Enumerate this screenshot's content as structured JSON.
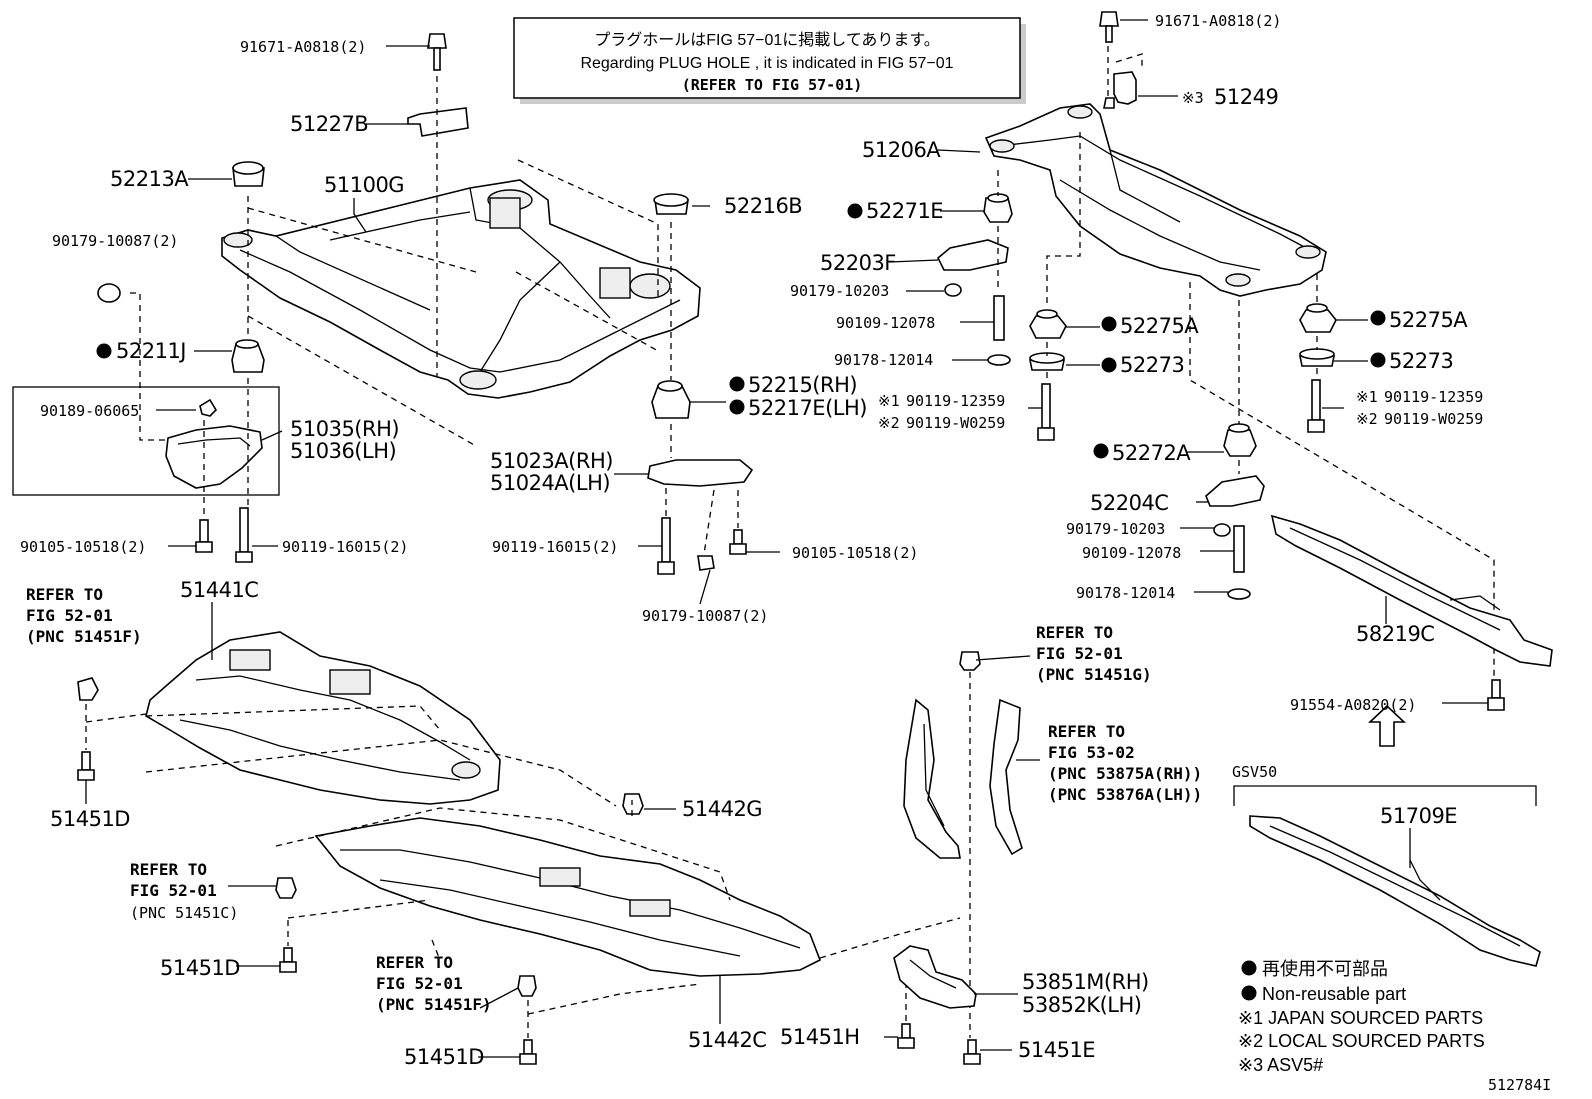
{
  "banner": {
    "line1": "プラグホールはFIG 57−01に掲載してあります。",
    "line2": "Regarding  PLUG  HOLE , it is indicated in FIG  57−01",
    "line3": "(REFER TO FIG 57-01)"
  },
  "labels": {
    "p91671_left": "91671-A0818(2)",
    "p51227B": "51227B",
    "p52213A": "52213A",
    "p51100G": "51100G",
    "p90179_10087_top": "90179-10087(2)",
    "p52211J": "52211J",
    "p90189_06065": "90189-06065",
    "p51035": "51035(RH)",
    "p51036": "51036(LH)",
    "p90105_left": "90105-10518(2)",
    "p90119_16015_left": "90119-16015(2)",
    "p52216B": "52216B",
    "p52215": "52215(RH)",
    "p52217E": "52217E(LH)",
    "p51023A": "51023A(RH)",
    "p51024A": "51024A(LH)",
    "p90119_16015_mid": "90119-16015(2)",
    "p90105_mid": "90105-10518(2)",
    "p90179_10087_mid": "90179-10087(2)",
    "p91671_right": "91671-A0818(2)",
    "p51249": "51249",
    "p51206A": "51206A",
    "p52271E": "52271E",
    "p52203F": "52203F",
    "p90179_10203_a": "90179-10203",
    "p90109_12078_a": "90109-12078",
    "p90178_12014_a": "90178-12014",
    "p52275A_l": "52275A",
    "p52273_l": "52273",
    "p52275A_r": "52275A",
    "p52273_r": "52273",
    "p90119_12359_l": "90119-12359",
    "p90119_W0259_l": "90119-W0259",
    "p90119_12359_r": "90119-12359",
    "p90119_W0259_r": "90119-W0259",
    "note1_mark": "※1",
    "note2_mark": "※2",
    "note3_mark": "※3",
    "p52272A": "52272A",
    "p52204C": "52204C",
    "p90179_10203_b": "90179-10203",
    "p90109_12078_b": "90109-12078",
    "p90178_12014_b": "90178-12014",
    "p58219C": "58219C",
    "p91554": "91554-A0820(2)",
    "gsv50": "GSV50",
    "p51709E": "51709E",
    "p51441C": "51441C",
    "p51451D_a": "51451D",
    "p51451D_b": "51451D",
    "p51451D_c": "51451D",
    "p51442G": "51442G",
    "p51442C": "51442C",
    "p51451H": "51451H",
    "p51451E": "51451E",
    "p53851M": "53851M(RH)",
    "p53852K": "53852K(LH)"
  },
  "refers": {
    "r1": [
      "REFER TO",
      "FIG 52-01",
      "(PNC 51451F)"
    ],
    "r2": [
      "REFER TO",
      "FIG 52-01",
      "(PNC 51451C)"
    ],
    "r3": [
      "REFER TO",
      "FIG 52-01",
      "(PNC 51451F)"
    ],
    "r4": [
      "REFER TO",
      "FIG 52-01",
      "(PNC 51451G)"
    ],
    "r5": [
      "REFER TO",
      "FIG 53-02",
      "(PNC 53875A(RH))",
      "(PNC 53876A(LH))"
    ]
  },
  "legend": {
    "jp": "再使用不可部品",
    "en": "Non-reusable part",
    "n1": "※1 JAPAN SOURCED PARTS",
    "n2": "※2 LOCAL SOURCED PARTS",
    "n3": "※3 ASV5#"
  },
  "figure_id": "512784I"
}
